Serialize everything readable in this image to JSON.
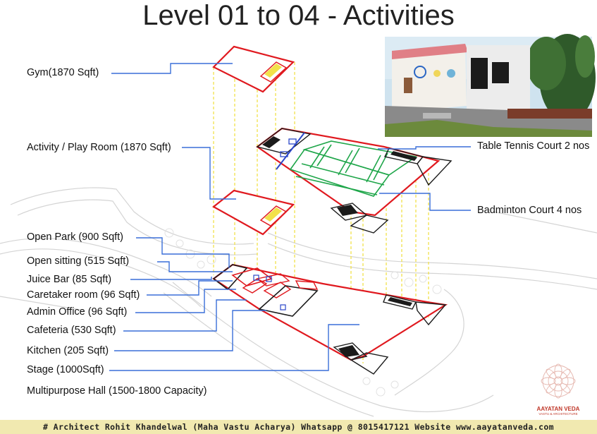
{
  "title": "Level 01 to 04 - Activities",
  "labels_left": [
    {
      "id": "gym",
      "text": "Gym(1870 Sqft)"
    },
    {
      "id": "activity-room",
      "text": "Activity / Play Room (1870 Sqft)"
    },
    {
      "id": "open-park",
      "text": "Open Park (900 Sqft)"
    },
    {
      "id": "open-sitting",
      "text": "Open sitting (515 Sqft)"
    },
    {
      "id": "juice-bar",
      "text": "Juice Bar (85 Sqft)"
    },
    {
      "id": "caretaker-room",
      "text": "Caretaker room (96 Sqft)"
    },
    {
      "id": "admin-office",
      "text": "Admin Office (96 Sqft)"
    },
    {
      "id": "cafeteria",
      "text": "Cafeteria (530 Sqft)"
    },
    {
      "id": "kitchen",
      "text": "Kitchen (205 Sqft)"
    },
    {
      "id": "stage",
      "text": "Stage (1000Sqft)"
    },
    {
      "id": "multipurpose-hall",
      "text": "Multipurpose Hall (1500-1800 Capacity)"
    }
  ],
  "labels_right": [
    {
      "id": "table-tennis",
      "text": "Table Tennis Court 2 nos"
    },
    {
      "id": "badminton",
      "text": "Badminton Court 4 nos"
    }
  ],
  "brand": {
    "name": "AAYATAN VEDA",
    "tagline": "VASTU & ARCHITECTURE"
  },
  "footer": "# Architect Rohit Khandelwal (Maha Vastu Acharya) Whatsapp @ 8015417121 Website www.aayatanveda.com",
  "colors": {
    "outline": "#e0191f",
    "leader": "#3a6fd8",
    "guide": "#f2e14a",
    "court": "#1fa64a",
    "footer_bg": "#f1e9b0"
  }
}
